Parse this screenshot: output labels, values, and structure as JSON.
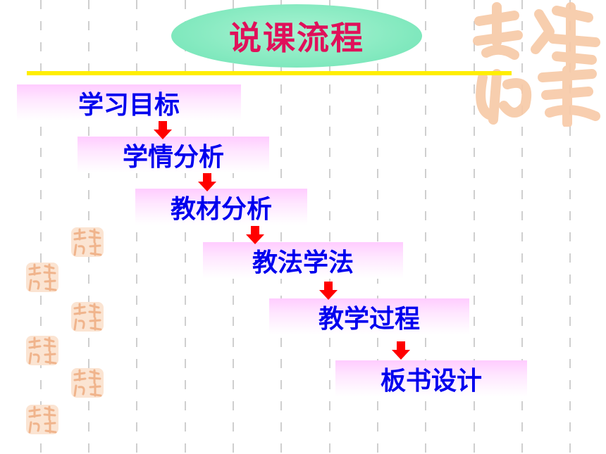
{
  "title": "说课流程",
  "steps": [
    {
      "label": "学习目标"
    },
    {
      "label": "学情分析"
    },
    {
      "label": "教材分析"
    },
    {
      "label": "教法学法"
    },
    {
      "label": "教学过程"
    },
    {
      "label": "板书设计"
    }
  ],
  "colors": {
    "title_text": "#e0105a",
    "title_oval": "#7fe8bd",
    "underline": "#ffee00",
    "step_text": "#0000ee",
    "step_box": "#ffccff",
    "arrow": "#ff0000",
    "seal": "#f7c9a6"
  },
  "decorations": {
    "large_seal_icon": "auspicious-seal-icon",
    "small_seal_icon": "auspicious-seal-small-icon"
  }
}
